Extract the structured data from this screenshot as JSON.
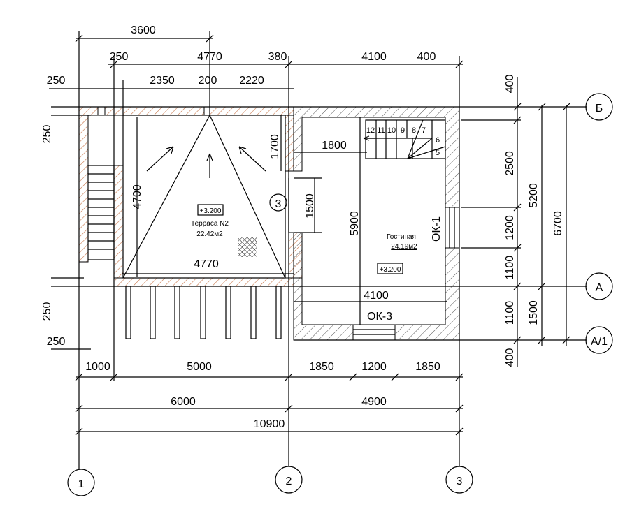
{
  "colors": {
    "terrace_hatch": "#c8764a",
    "house_hatch": "#555555",
    "line": "#000000"
  },
  "axes": {
    "x": [
      "1",
      "2",
      "3"
    ],
    "y": [
      "Б",
      "А",
      "А/1"
    ],
    "callout": "3"
  },
  "dims": [
    "3600",
    "250",
    "4770",
    "380",
    "4100",
    "400",
    "250",
    "2350",
    "200",
    "2220",
    "250",
    "1700",
    "1800",
    "4700",
    "1500",
    "5900",
    "4770",
    "4100",
    "250",
    "250",
    "1000",
    "5000",
    "1850",
    "1200",
    "1850",
    "6000",
    "4900",
    "10900",
    "400",
    "2500",
    "1200",
    "1100",
    "1100",
    "400",
    "5200",
    "1500",
    "6700"
  ],
  "terrace": {
    "level": "+3.200",
    "name": "Терраса N2",
    "area": "22.42м2"
  },
  "room": {
    "name": "Гостиная",
    "area": "24.19м2",
    "level": "+3.200"
  },
  "windows": {
    "ok1": "ОК-1",
    "ok3": "ОК-3"
  },
  "stair_steps": [
    "12",
    "11",
    "10",
    "9",
    "8",
    "7",
    "6",
    "5"
  ]
}
